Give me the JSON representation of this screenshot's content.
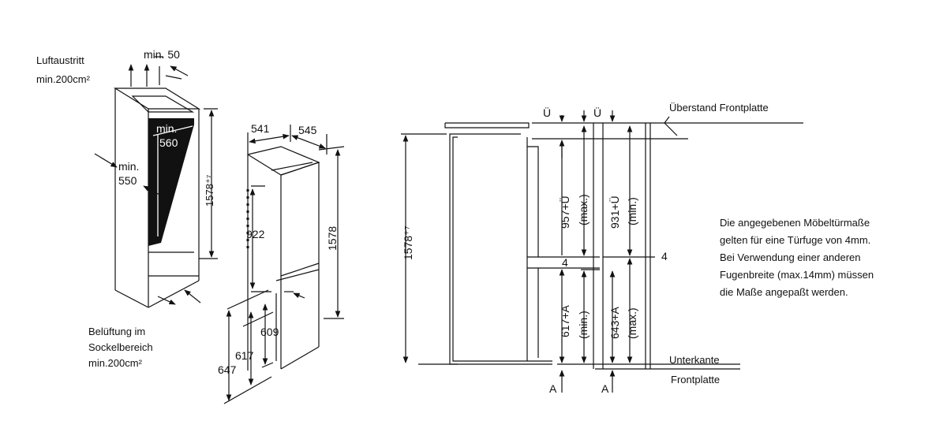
{
  "left_view": {
    "air_outlet_label": "Luftaustritt",
    "air_outlet_value": "min.200cm²",
    "top_gap": "min. 50",
    "inner_depth": "min.",
    "inner_depth_value": "560",
    "inner_width": "min.",
    "inner_width_value": "550",
    "height": "1578⁺⁷",
    "ventilation_line1": "Belüftung im",
    "ventilation_line2": "Sockelbereich",
    "ventilation_line3": "min.200cm²"
  },
  "middle_view": {
    "width": "541",
    "depth": "545",
    "upper_door": "922",
    "total_height": "1578",
    "dim_609": "609",
    "dim_617": "617",
    "dim_647": "647"
  },
  "right_view": {
    "overhang_left": "Ü",
    "overhang_right": "Ü",
    "overhang_label": "Überstand Frontplatte",
    "height": "1578⁺⁷",
    "upper_max": "957+Ü",
    "upper_max_note": "(max.)",
    "upper_min": "931+Ü",
    "upper_min_note": "(min.)",
    "gap_inner": "4",
    "gap_outer": "4",
    "lower_min": "617+A",
    "lower_min_note": "(min.)",
    "lower_max": "643+A",
    "lower_max_note": "(max.)",
    "bottom_edge_label1": "Unterkante",
    "bottom_edge_label2": "Frontplatte",
    "a_left": "A",
    "a_right": "A"
  },
  "note": "Die angegebenen Möbeltürmaße\ngelten für eine Türfuge von 4mm.\nBei Verwendung einer anderen\nFugenbreite (max.14mm) müssen\ndie Maße angepaßt werden."
}
